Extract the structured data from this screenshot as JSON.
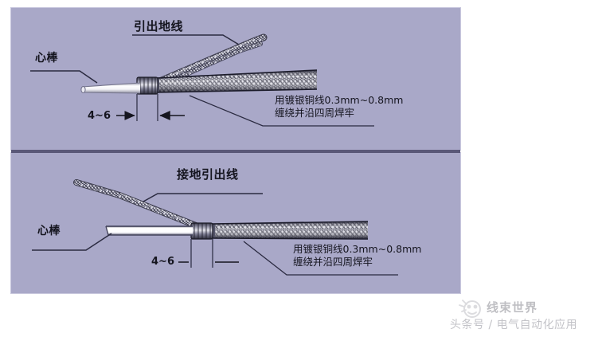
{
  "figure": {
    "background_color": "#ffffff",
    "panel_color": "#a9a8c8",
    "divider_color": "#5a5878",
    "line_color": "#2a2a40"
  },
  "panels": [
    {
      "id": "top",
      "labels": {
        "lead_wire": "引出地线",
        "core_rod": "心棒",
        "dimension": "4~6",
        "note_line1": "用镀银铜线0.3mm~0.8mm",
        "note_line2": "缠绕并沿四周焊牢"
      }
    },
    {
      "id": "bottom",
      "labels": {
        "lead_wire": "接地引出线",
        "core_rod": "心棒",
        "dimension": "4~6",
        "note_line1": "用镀银铜线0.3mm~0.8mm",
        "note_line2": "缠绕并沿四周焊牢"
      }
    }
  ],
  "watermark": {
    "brand": "线束世界",
    "attribution": "头条号 / 电气自动化应用"
  }
}
